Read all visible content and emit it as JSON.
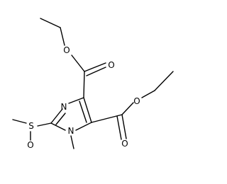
{
  "molecule": {
    "atoms": {
      "N_ring_upper": "N",
      "N_ring_lower": "N",
      "S": "S",
      "O_sulfoxide": "O",
      "O_ester_top_single": "O",
      "O_ester_top_double": "O",
      "O_ester_right_single": "O",
      "O_ester_right_double": "O"
    }
  }
}
